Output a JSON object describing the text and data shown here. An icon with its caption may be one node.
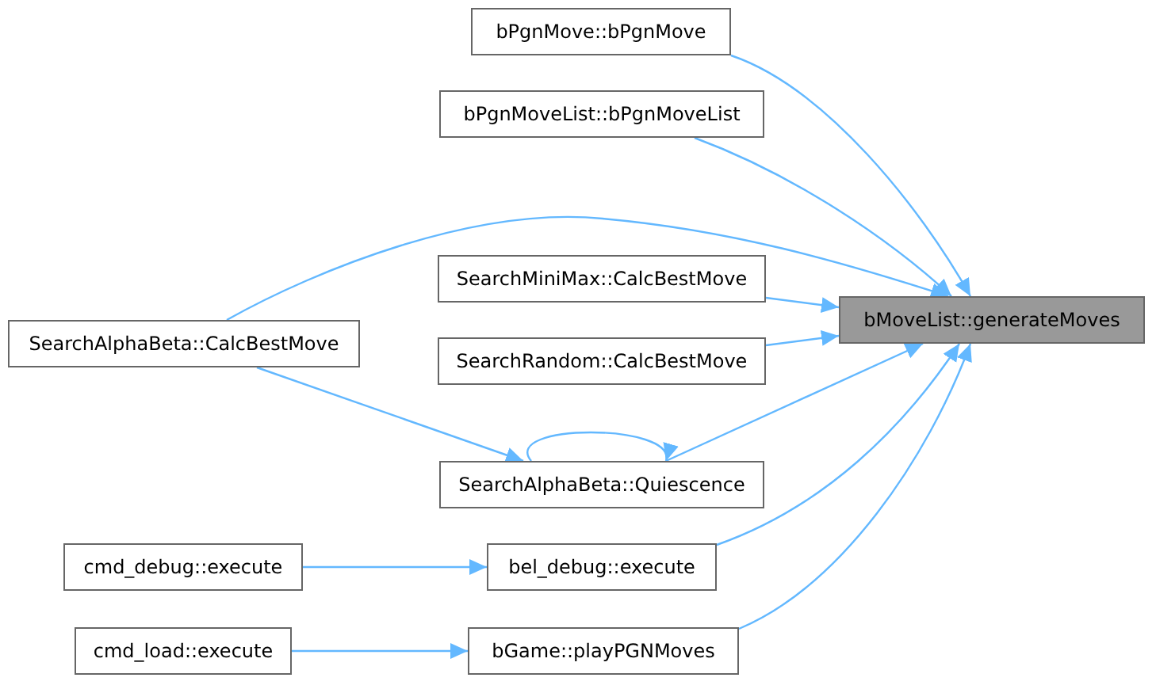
{
  "diagram": {
    "nodes": [
      {
        "text": [
          "bMoveList::generateMoves"
        ]
      },
      {
        "text": [
          "bPgnMove::bPgnMove"
        ]
      },
      {
        "text": [
          "bPgnMoveList::bPgnMoveList"
        ]
      },
      {
        "text": [
          "SearchAlphaBeta::CalcBestMove"
        ]
      },
      {
        "text": [
          "SearchMiniMax::CalcBestMove"
        ]
      },
      {
        "text": [
          "SearchRandom::CalcBestMove"
        ]
      },
      {
        "text": [
          "SearchAlphaBeta::Quiescence"
        ]
      },
      {
        "text": [
          "cmd_debug::execute"
        ]
      },
      {
        "text": [
          "bel_debug::execute"
        ]
      },
      {
        "text": [
          "cmd_load::execute"
        ]
      },
      {
        "text": [
          "bGame::playPGNMoves"
        ]
      }
    ],
    "edges": [
      {
        "from": 1,
        "to": 0,
        "arrow": "to"
      },
      {
        "from": 2,
        "to": 0,
        "arrow": "to"
      },
      {
        "from": 3,
        "to": 0,
        "arrow": "to"
      },
      {
        "from": 4,
        "to": 0,
        "arrow": "to"
      },
      {
        "from": 5,
        "to": 0,
        "arrow": "to"
      },
      {
        "from": 6,
        "to": 0,
        "arrow": "to"
      },
      {
        "from": 3,
        "to": 6,
        "arrow": "to"
      },
      {
        "from": 6,
        "to": 6,
        "arrow": "to"
      },
      {
        "from": 7,
        "to": 8,
        "arrow": "to"
      },
      {
        "from": 8,
        "to": 0,
        "arrow": "to"
      },
      {
        "from": 9,
        "to": 10,
        "arrow": "to"
      },
      {
        "from": 10,
        "to": 0,
        "arrow": "to"
      }
    ]
  }
}
